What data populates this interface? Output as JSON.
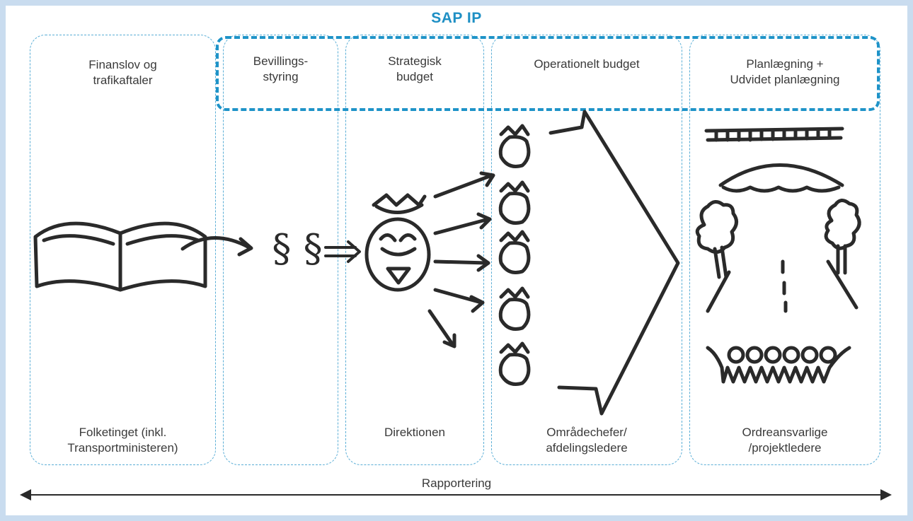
{
  "sap_label": "SAP IP",
  "columns": [
    {
      "title": "Finanslov og\ntrafikaftaler",
      "footer": "Folketinget (inkl.\nTransportministeren)"
    },
    {
      "title": "Bevillings-\nstyring",
      "footer": ""
    },
    {
      "title": "Strategisk\nbudget",
      "footer": "Direktionen"
    },
    {
      "title": "Operationelt budget",
      "footer": "Områdechefer/\nafdelingsledere"
    },
    {
      "title": "Planlægning +\nUdvidet planlægning",
      "footer": "Ordreansvarlige\n/projektledere"
    }
  ],
  "bottom_label": "Rapportering",
  "section_symbol": "§ §",
  "icons": [
    "open-book-icon",
    "section-sign-icon",
    "money-bag-icon",
    "small-money-bag-icon",
    "bridge-icon",
    "tunnel-icon",
    "road-icon",
    "tree-icon",
    "wall-icon"
  ]
}
